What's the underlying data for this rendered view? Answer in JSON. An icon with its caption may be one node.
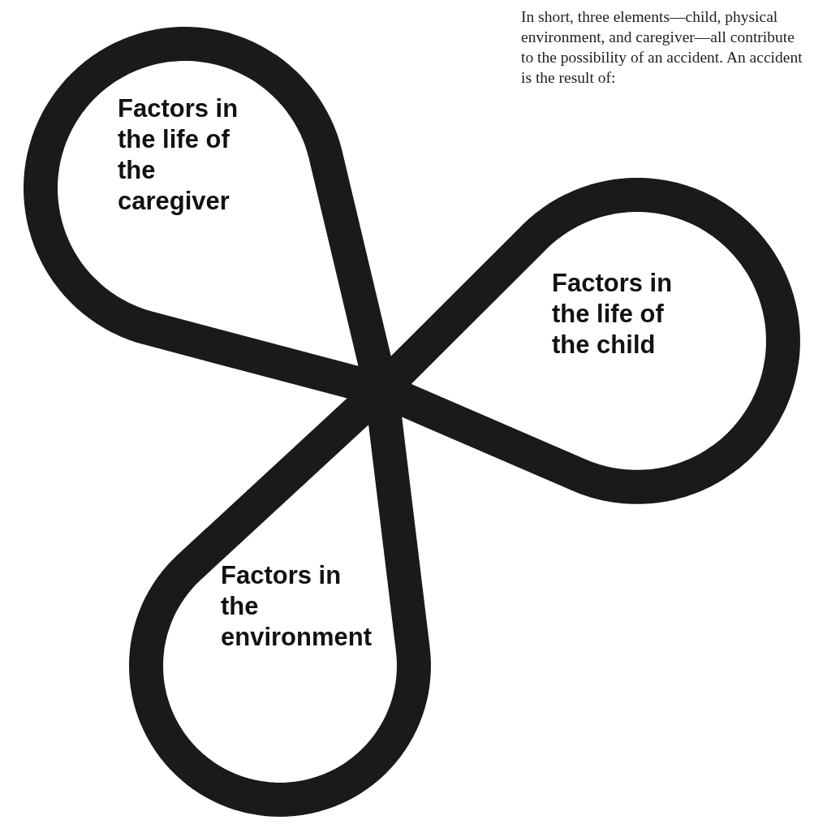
{
  "diagram": {
    "nodes": [
      {
        "text": [
          "Factors in the life of the caregiver"
        ]
      },
      {
        "text": [
          "Factors in the life of the child"
        ]
      },
      {
        "text": [
          "Factors in the environment"
        ]
      }
    ],
    "labels": [
      "In short, three elements—child, physical environment, and caregiver—all contribute to the possibility of an accident. An accident is the result of:"
    ]
  }
}
